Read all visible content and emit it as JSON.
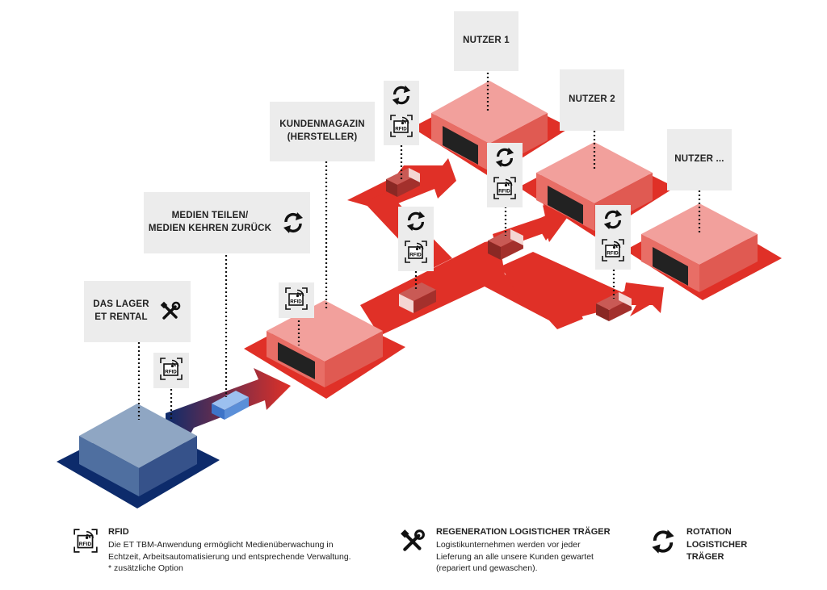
{
  "colors": {
    "red_arrow": "#e03027",
    "red_box_top": "#f2a09c",
    "red_box_side": "#e05a52",
    "blue_box_top": "#8fa6c3",
    "blue_base": "#0d2b6b",
    "label_bg": "#ececec",
    "truck_red": "#a3302c",
    "truck_blue": "#5b8fd8"
  },
  "labels": {
    "lager": "DAS LAGER\nET RENTAL",
    "medien": "MEDIEN TEILEN/\nMEDIEN KEHREN ZURÜCK",
    "kundenmagazin": "KUNDENMAGAZIN\n(HERSTELLER)",
    "nutzer1": "NUTZER 1",
    "nutzer2": "NUTZER 2",
    "nutzer3": "NUTZER ..."
  },
  "icons": {
    "rfid_text": "RFID",
    "lager_icon": "wrench-screwdriver-icon",
    "medien_icon": "rotation-icon"
  },
  "legend": {
    "rfid": {
      "title": "RFID",
      "text": "Die ET TBM-Anwendung ermöglicht Medienüberwachung in\nEchtzeit, Arbeitsautomatisierung und entsprechende Verwaltung.\n* zusätzliche Option"
    },
    "regeneration": {
      "title": "REGENERATION LOGISTICHER TRÄGER",
      "text": "Logistikunternehmen werden vor jeder\nLieferung an alle unsere Kunden gewartet\n(repariert und gewaschen)."
    },
    "rotation": {
      "title": "ROTATION\nLOGISTICHER\nTRÄGER"
    }
  }
}
